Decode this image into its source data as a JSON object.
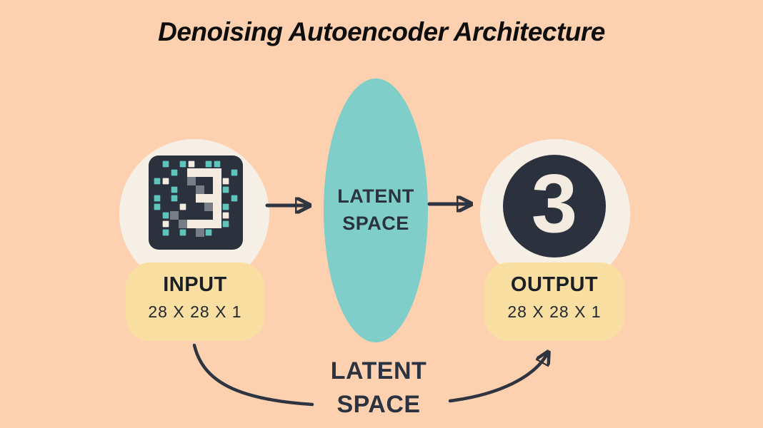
{
  "title": "Denoising Autoencoder Architecture",
  "colors": {
    "background": "#FDD1AF",
    "circle_cream": "#F6EFE6",
    "box_yellow": "#F9DEA2",
    "ellipse_teal": "#80CEC9",
    "dark": "#2B313D",
    "dark_text": "#2B3240",
    "arrow": "#2E3440",
    "digit_cream": "#F3EBDF",
    "noise_teal": "#5EC5BD",
    "noise_cream": "#F3EBDF",
    "pixel_gray": "#787C85"
  },
  "input": {
    "label": "INPUT",
    "dims": "28 X 28 X 1"
  },
  "output": {
    "label": "OUTPUT",
    "dims": "28 X 28 X 1"
  },
  "latent_ellipse": {
    "line1": "LATENT",
    "line2": "SPACE"
  },
  "latent_bottom": {
    "line1": "LATENT",
    "line2": "SPACE"
  },
  "output_digit": "3",
  "noisy_grid": {
    "legend": {
      ".": "empty",
      "T": "noise-teal",
      "C": "noise-cream",
      "3": "digit",
      "g": "shadow"
    },
    "rows": [
      ".T.TC.TT..",
      "..T.3333.T",
      "TC..g..3C.",
      "..T..g.3T.",
      "T.T..333.T",
      "T..C..g3T.",
      ".Tg....3C.",
      ".C.g3333T.",
      ".T.T.gT...",
      ".........."
    ]
  }
}
